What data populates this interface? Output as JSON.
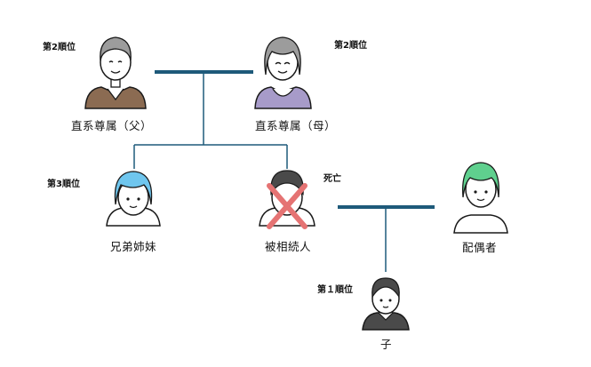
{
  "people": {
    "father": {
      "label": "直系尊属（父）",
      "rank": "第2順位",
      "shirt_color": "#8B6B52"
    },
    "mother": {
      "label": "直系尊属（母）",
      "rank": "第2順位",
      "shirt_color": "#A79BC9"
    },
    "sibling": {
      "label": "兄弟姉妹",
      "rank": "第3順位",
      "hair_color": "#6FC6EE"
    },
    "deceased": {
      "label": "被相続人",
      "status": "死亡",
      "cross_color": "#E57373"
    },
    "spouse": {
      "label": "配偶者",
      "hair_color": "#5FD08E"
    },
    "child": {
      "label": "子",
      "rank": "第１順位"
    }
  },
  "colors": {
    "connector": "#1E5A7A",
    "outline": "#1a1a1a",
    "skin": "#ffffff",
    "gray_hair": "#9C9C9C",
    "dark_hair": "#4A4A4A"
  }
}
